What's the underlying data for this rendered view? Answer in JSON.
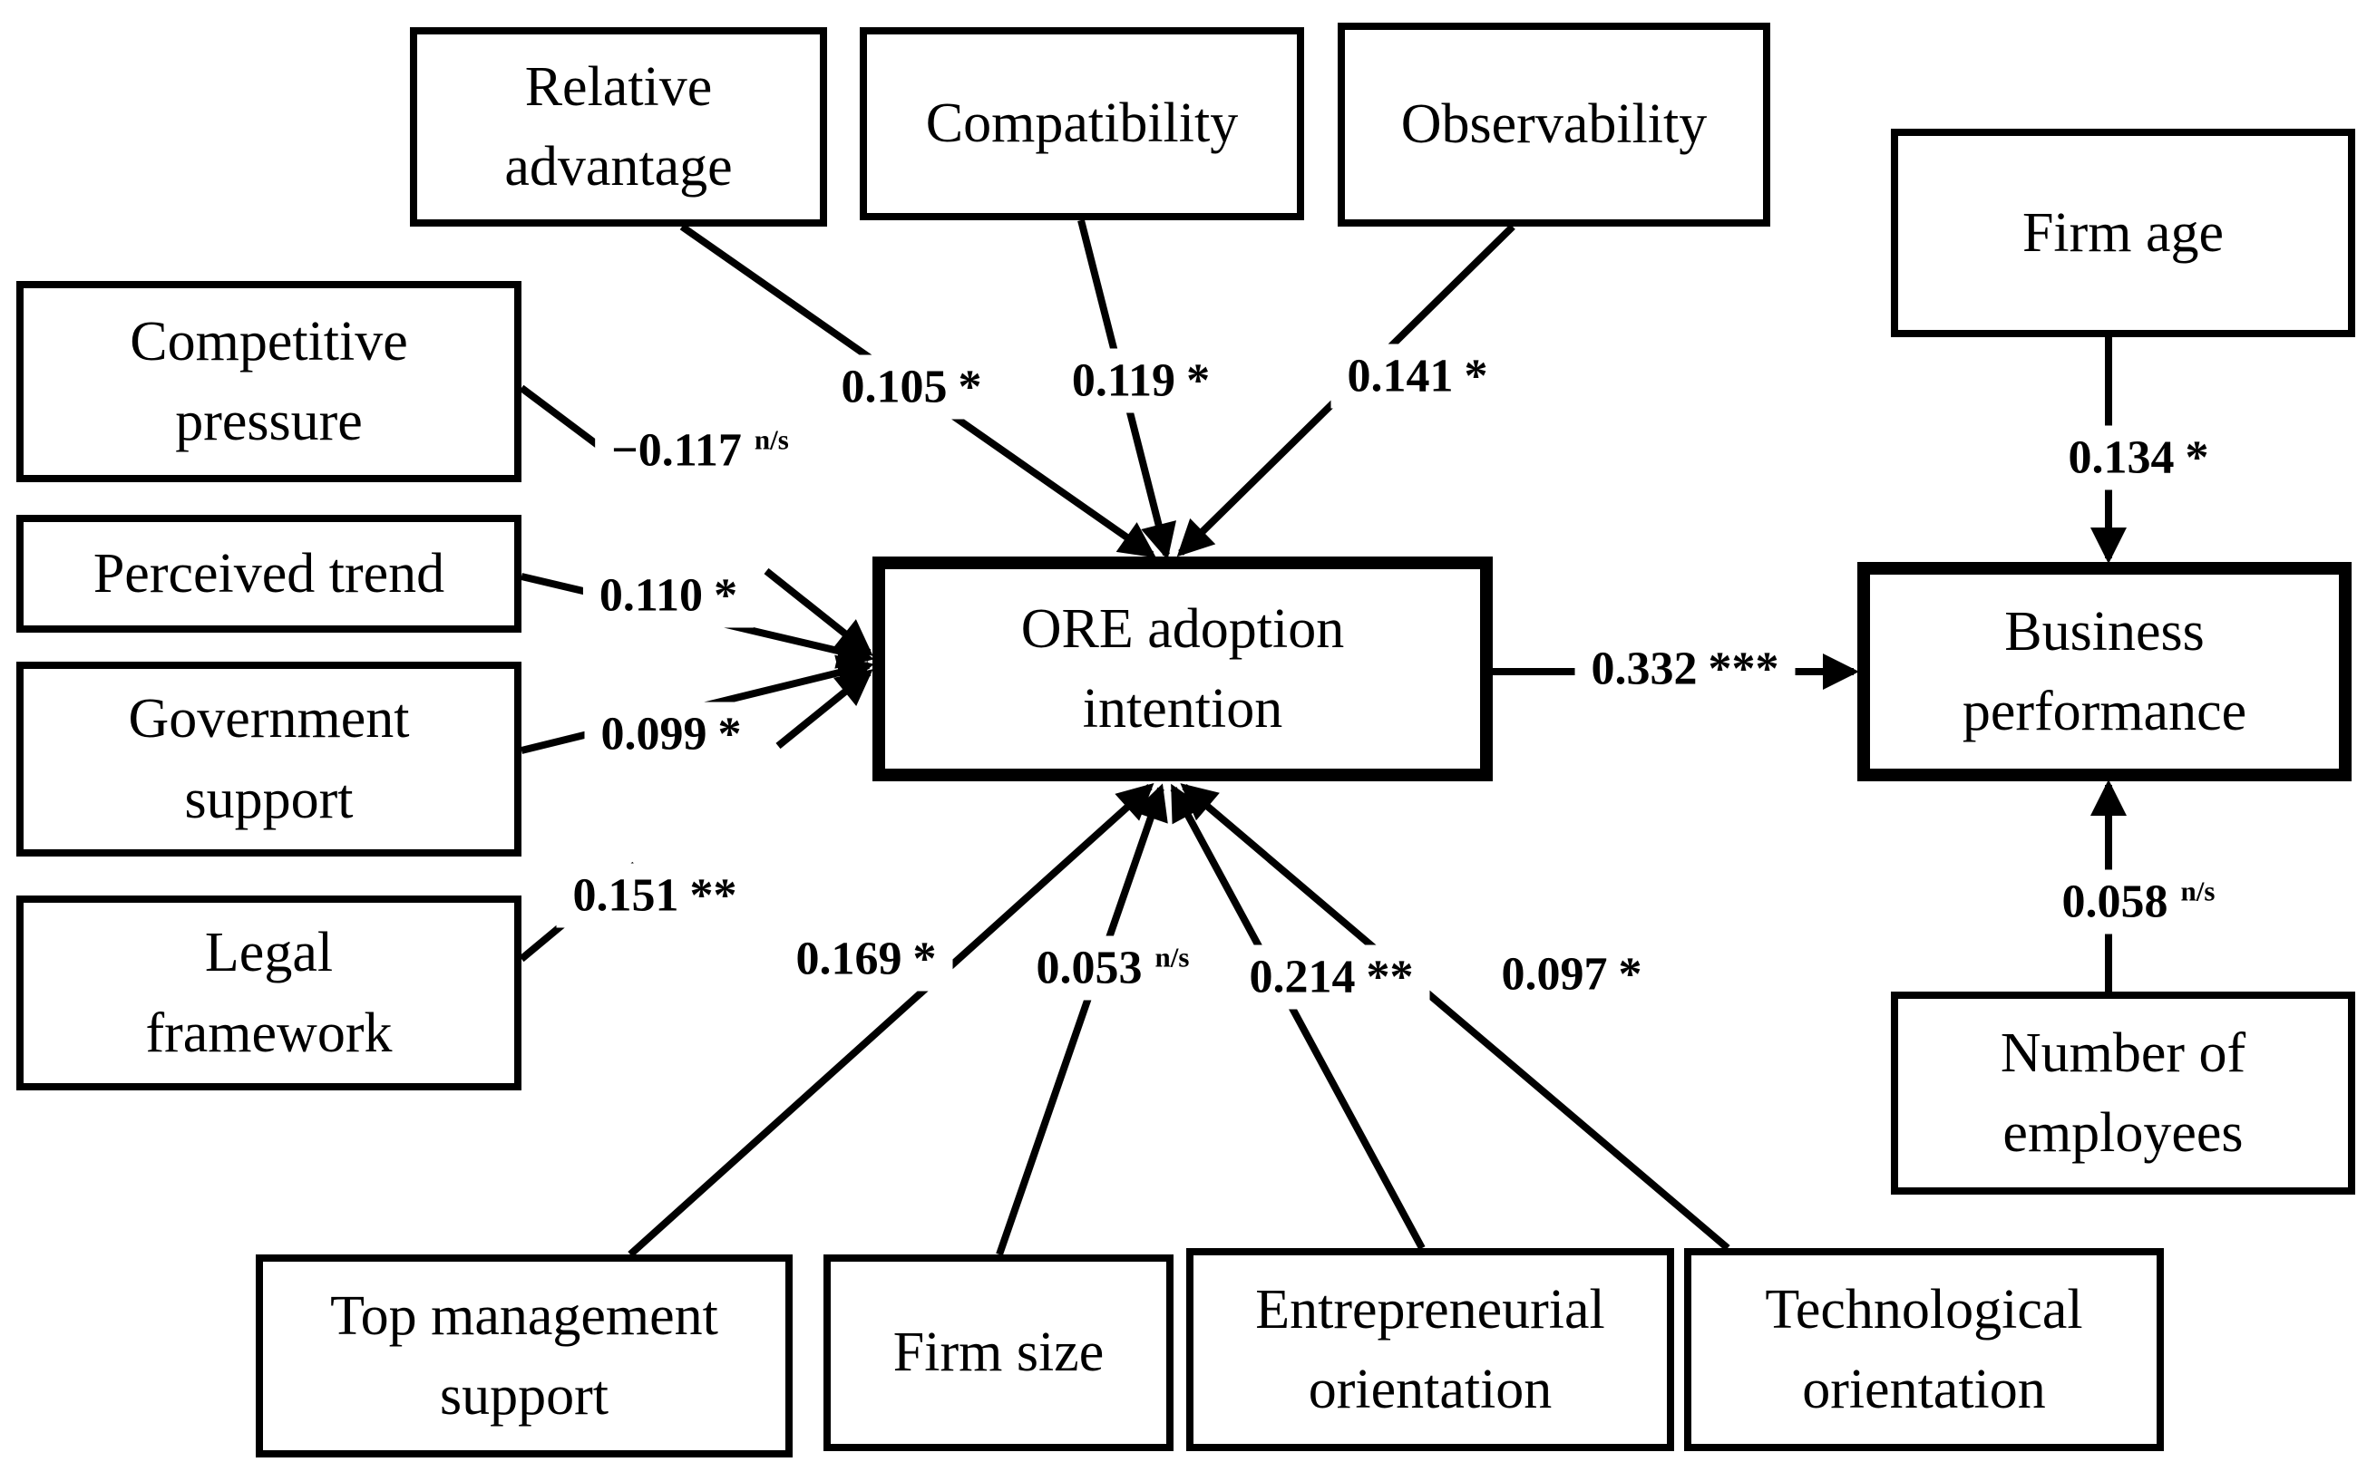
{
  "figure": {
    "type": "path-diagram",
    "colors": {
      "ink": "#000000",
      "background": "#ffffff"
    },
    "nodes": {
      "relative_advantage": "Relative\nadvantage",
      "compatibility": "Compatibility",
      "observability": "Observability",
      "firm_age": "Firm age",
      "competitive_pressure": "Competitive\npressure",
      "perceived_trend": "Perceived trend",
      "government_support": "Government\nsupport",
      "legal_framework": "Legal\nframework",
      "ore_adoption_intention": "ORE adoption\nintention",
      "business_performance": "Business\nperformance",
      "number_of_employees": "Number of\nemployees",
      "top_management_support": "Top management\nsupport",
      "firm_size": "Firm size",
      "entrepreneurial_orientation": "Entrepreneurial\norientation",
      "technological_orientation": "Technological\norientation"
    },
    "coeffs": {
      "ra_ore": {
        "from": "Relative advantage",
        "to": "ORE adoption intention",
        "value": "0.105",
        "star": "*",
        "ns": ""
      },
      "co_ore": {
        "from": "Compatibility",
        "to": "ORE adoption intention",
        "value": "0.119",
        "star": "*",
        "ns": ""
      },
      "ob_ore": {
        "from": "Observability",
        "to": "ORE adoption intention",
        "value": "0.141",
        "star": "*",
        "ns": ""
      },
      "cp_ore": {
        "from": "Competitive pressure",
        "to": "ORE adoption intention",
        "value": "−0.117",
        "star": "",
        "ns": "n/s"
      },
      "pt_ore": {
        "from": "Perceived trend",
        "to": "ORE adoption intention",
        "value": "0.110",
        "star": "*",
        "ns": ""
      },
      "gs_ore": {
        "from": "Government support",
        "to": "ORE adoption intention",
        "value": "0.099",
        "star": "*",
        "ns": ""
      },
      "lf_ore": {
        "from": "Legal framework",
        "to": "ORE adoption intention",
        "value": "0.151",
        "star": "**",
        "ns": ""
      },
      "tms_ore": {
        "from": "Top management support",
        "to": "ORE adoption intention",
        "value": "0.169",
        "star": "*",
        "ns": ""
      },
      "fs_ore": {
        "from": "Firm size",
        "to": "ORE adoption intention",
        "value": "0.053",
        "star": "",
        "ns": "n/s"
      },
      "eo_ore": {
        "from": "Entrepreneurial orientation",
        "to": "ORE adoption intention",
        "value": "0.214",
        "star": "**",
        "ns": ""
      },
      "to_ore": {
        "from": "Technological orientation",
        "to": "ORE adoption intention",
        "value": "0.097",
        "star": "*",
        "ns": ""
      },
      "ore_bp": {
        "from": "ORE adoption intention",
        "to": "Business performance",
        "value": "0.332",
        "star": "***",
        "ns": ""
      },
      "fa_bp": {
        "from": "Firm age",
        "to": "Business performance",
        "value": "0.134",
        "star": "*",
        "ns": ""
      },
      "noe_bp": {
        "from": "Number of employees",
        "to": "Business performance",
        "value": "0.058",
        "star": "",
        "ns": "n/s"
      }
    }
  }
}
